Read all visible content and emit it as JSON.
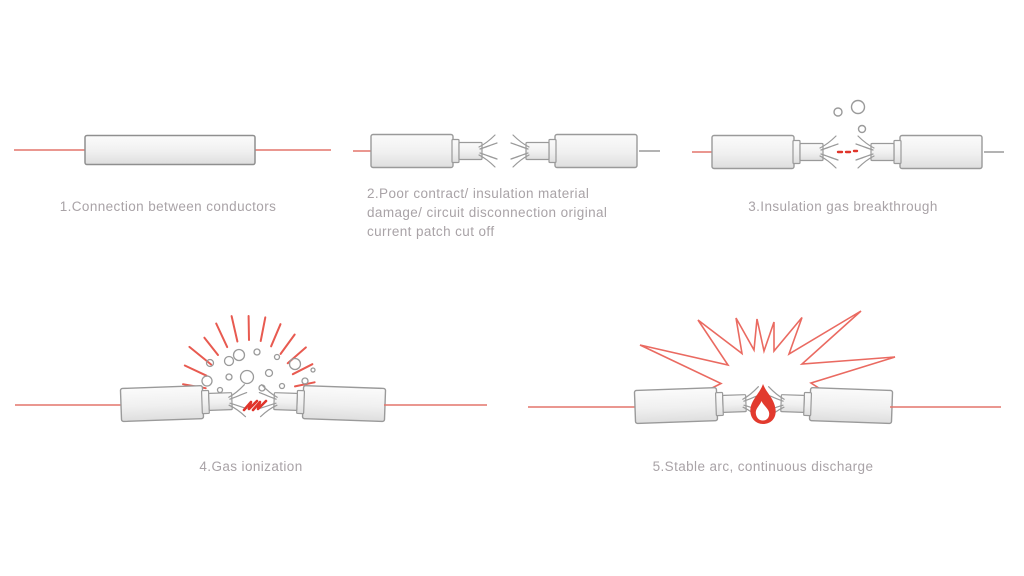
{
  "title": "Arc formation stages diagram",
  "colors": {
    "background": "#ffffff",
    "wire_red": "#e4756c",
    "spark_red": "#e0342a",
    "ray_red": "#e85a50",
    "burst_red": "#ea6a61",
    "flame_red": "#e23a2e",
    "cable_stroke": "#9a9a9a",
    "cable_fill_light": "#fafafa",
    "cable_fill_dark": "#e2e2e2",
    "caption_gray": "#a9a3a7"
  },
  "panels": [
    {
      "id": 1,
      "caption_lines": [
        "1.Connection between conductors"
      ]
    },
    {
      "id": 2,
      "caption_lines": [
        "2.Poor contract/ insulation material",
        "damage/ circuit disconnection original",
        "current patch cut off"
      ]
    },
    {
      "id": 3,
      "caption_lines": [
        "3.Insulation gas breakthrough"
      ]
    },
    {
      "id": 4,
      "caption_lines": [
        "4.Gas ionization"
      ]
    },
    {
      "id": 5,
      "caption_lines": [
        "5.Stable arc, continuous discharge"
      ]
    }
  ]
}
